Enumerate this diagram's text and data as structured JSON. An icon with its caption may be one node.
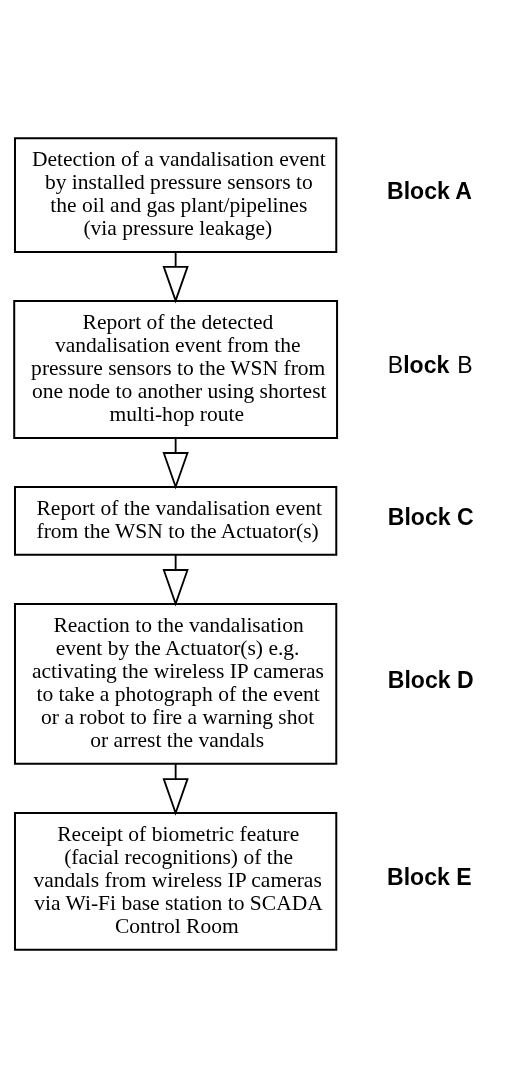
{
  "diagram": {
    "nodes": [
      {
        "text": [
          "Detection of a vandalisation event by installed pressure sensors to the oil and gas plant/pipelines (via pressure leakage)"
        ],
        "beside": [
          "**Block A**"
        ]
      },
      {
        "text": [
          "Report of the detected vandalisation event from the pressure sensors to the WSN from one node to another using shortest multi-hop route"
        ],
        "beside": [
          "B**lock** B"
        ]
      },
      {
        "text": [
          "Report of the vandalisation event from the WSN to the Actuator(s)"
        ],
        "beside": [
          "**Block C**"
        ]
      },
      {
        "text": [
          "Reaction to the vandalisation event by the Actuator(s) e.g. activating the wireless IP cameras to take a photograph of the event or a robot to fire a warning shot or arrest the vandals"
        ],
        "beside": [
          "**Block D**"
        ]
      },
      {
        "text": [
          "Receipt of biometric feature (facial recognitions) of the vandals from wireless IP cameras via Wi-Fi base station to SCADA Control Room"
        ],
        "beside": [
          "**Block E**"
        ]
      }
    ],
    "edges": [
      {
        "from": 0,
        "to": 1,
        "arrow": "to"
      },
      {
        "from": 1,
        "to": 2,
        "arrow": "to"
      },
      {
        "from": 2,
        "to": 3,
        "arrow": "to"
      },
      {
        "from": 3,
        "to": 4,
        "arrow": "to"
      }
    ]
  }
}
